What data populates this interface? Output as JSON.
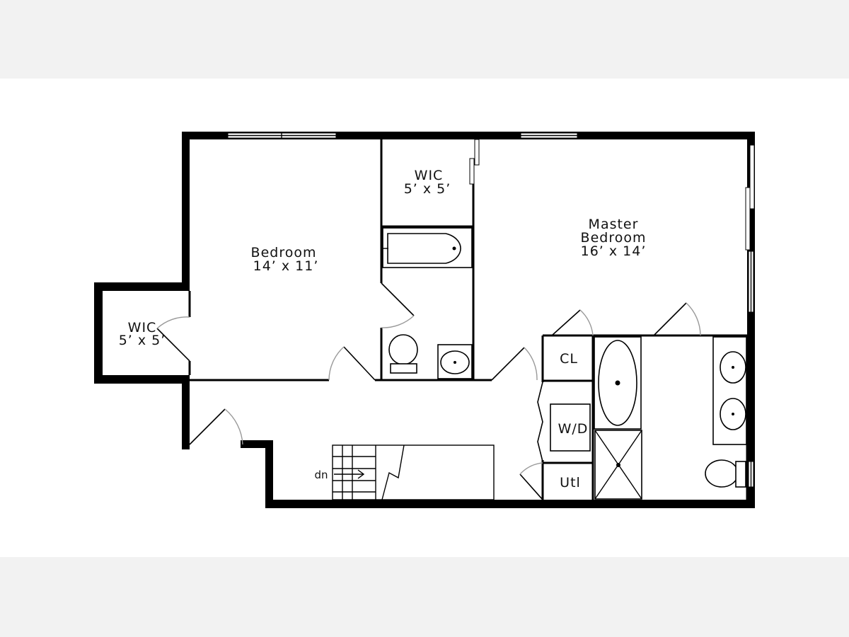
{
  "rooms": {
    "bedroom": {
      "name": "Bedroom",
      "size": "14’ x 11’"
    },
    "wic_top": {
      "name": "WIC",
      "size": "5’ x 5’"
    },
    "wic_left": {
      "name": "WIC",
      "size": "5’ x 5’"
    },
    "master": {
      "name_line1": "Master",
      "name_line2": "Bedroom",
      "size": "16’ x 14’"
    },
    "closet": {
      "name": "CL"
    },
    "laundry": {
      "name": "W/D"
    },
    "utility": {
      "name": "Utl"
    }
  },
  "stairs": {
    "label": "dn"
  },
  "colors": {
    "wall": "#000000",
    "band": "#f2f2f2",
    "door_swing": "#999999"
  }
}
